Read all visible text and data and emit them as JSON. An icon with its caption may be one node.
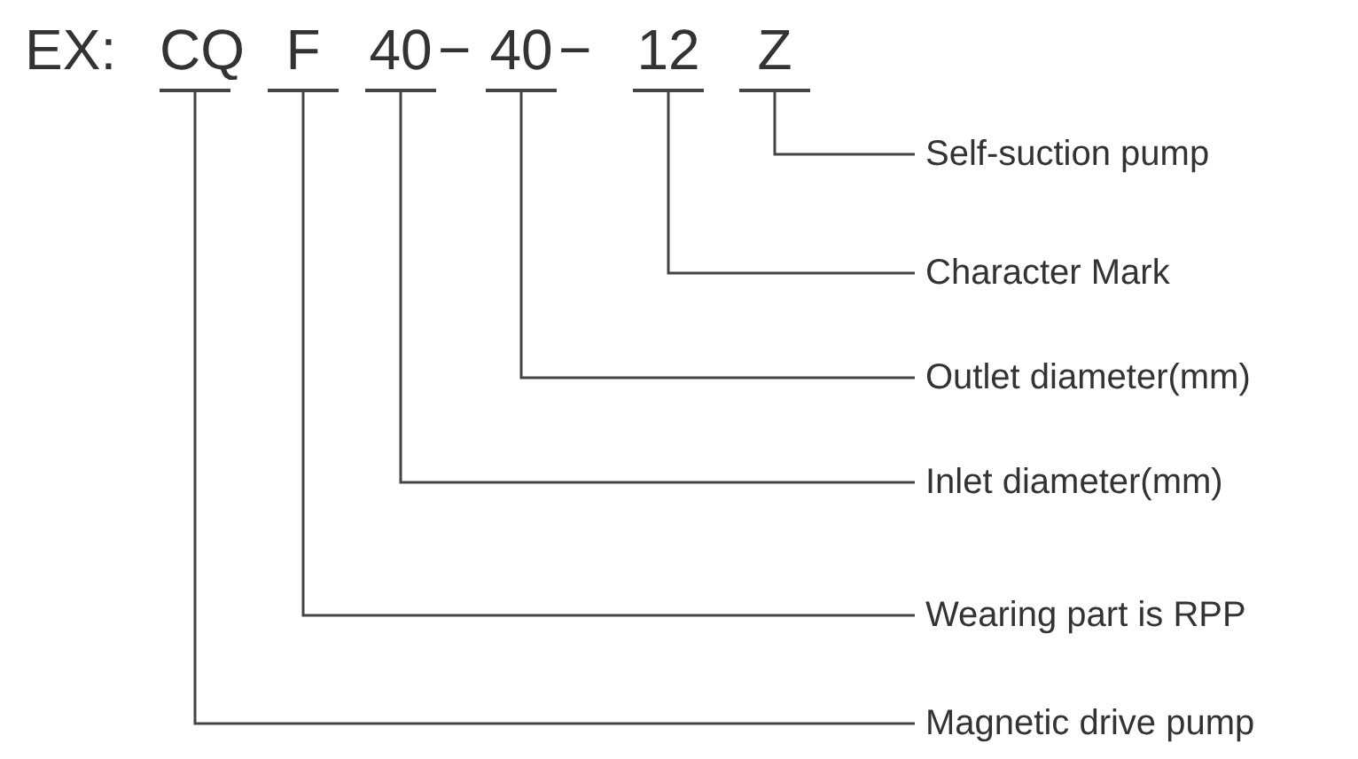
{
  "diagram": {
    "nodes": [
      {
        "text": [
          "CQ"
        ]
      },
      {
        "text": [
          "F"
        ]
      },
      {
        "text": [
          "40"
        ]
      },
      {
        "text": [
          "40"
        ]
      },
      {
        "text": [
          "12"
        ]
      },
      {
        "text": [
          "Z"
        ]
      },
      {
        "text": [
          "Self-suction pump"
        ]
      },
      {
        "text": [
          "Character Mark"
        ]
      },
      {
        "text": [
          "Outlet diameter(mm)"
        ]
      },
      {
        "text": [
          "Inlet diameter(mm)"
        ]
      },
      {
        "text": [
          "Wearing part is RPP"
        ]
      },
      {
        "text": [
          "Magnetic drive pump"
        ]
      }
    ],
    "edges": [
      {
        "from": 5,
        "to": 6,
        "arrow": "none"
      },
      {
        "from": 4,
        "to": 7,
        "arrow": "none"
      },
      {
        "from": 3,
        "to": 8,
        "arrow": "none"
      },
      {
        "from": 2,
        "to": 9,
        "arrow": "none"
      },
      {
        "from": 1,
        "to": 10,
        "arrow": "none"
      },
      {
        "from": 0,
        "to": 11,
        "arrow": "none"
      }
    ],
    "labels": [
      "EX:",
      "−",
      "−"
    ]
  }
}
